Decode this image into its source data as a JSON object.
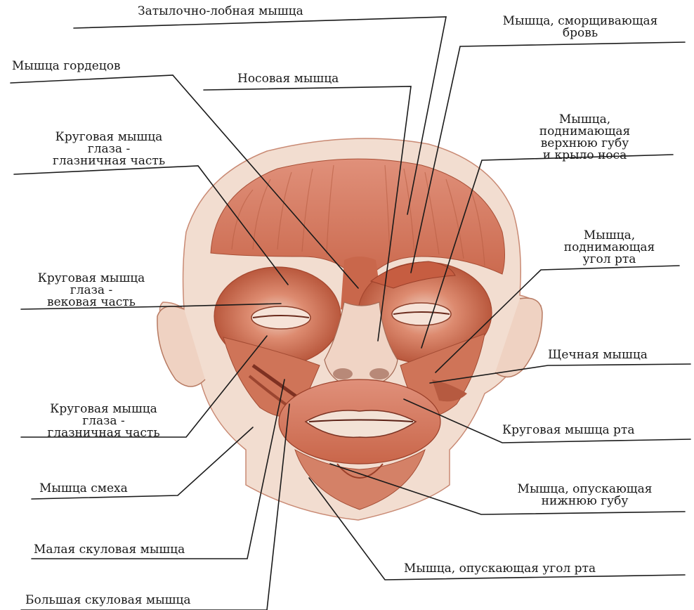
{
  "figure": {
    "labels": {
      "occipitofrontal": "Затылочно-лобная мышца",
      "corrugator": [
        "Мышца, сморщивающая",
        "бровь"
      ],
      "procerus": "Мышца гордецов",
      "nasalis": "Носовая мышца",
      "orbicularis_oculi_orbital_top": [
        "Круговая мышца",
        "глаза -",
        "глазничная часть"
      ],
      "levator_labii": [
        "Мышца,",
        "поднимающая",
        "верхнюю губу",
        "и крыло носа"
      ],
      "levator_anguli_oris": [
        "Мышца,",
        "поднимающая",
        "угол рта"
      ],
      "orbicularis_oculi_palpebral": [
        "Круговая мышца",
        "глаза -",
        "вековая часть"
      ],
      "buccinator": "Щечная мышца",
      "orbicularis_oculi_orbital_bottom": [
        "Круговая мышца",
        "глаза -",
        "глазничная часть"
      ],
      "orbicularis_oris": "Круговая мышца рта",
      "risorius": "Мышца смеха",
      "depressor_labii": [
        "Мышца, опускающая",
        "нижнюю губу"
      ],
      "zygomaticus_minor": "Малая скуловая мышца",
      "depressor_anguli_oris": "Мышца, опускающая угол рта",
      "zygomaticus_major": "Большая скуловая мышца"
    },
    "colors": {
      "muscle": "#d77a5c",
      "muscle_dark": "#b4543a",
      "skin": "#f2ddd0",
      "leader_line": "#1a1a1a"
    }
  }
}
